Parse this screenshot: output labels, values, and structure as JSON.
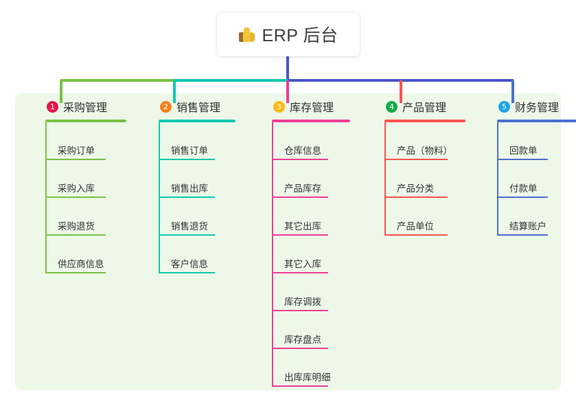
{
  "root": {
    "label": "ERP 后台",
    "icon": "thumbs-up-icon"
  },
  "palette": {
    "panel_background": "#edf8e8",
    "page_background": "#ffffff",
    "root_trunk": "#4a56c4"
  },
  "columns": [
    {
      "number": "1",
      "title": "采购管理",
      "badge_color": "#e8174b",
      "line_color": "#7ac143",
      "items": [
        {
          "label": "采购订单"
        },
        {
          "label": "采购入库"
        },
        {
          "label": "采购退货"
        },
        {
          "label": "供应商信息"
        }
      ]
    },
    {
      "number": "2",
      "title": "销售管理",
      "badge_color": "#f58220",
      "line_color": "#0ec9b0",
      "items": [
        {
          "label": "销售订单"
        },
        {
          "label": "销售出库"
        },
        {
          "label": "销售退货"
        },
        {
          "label": "客户信息"
        }
      ]
    },
    {
      "number": "3",
      "title": "库存管理",
      "badge_color": "#fcb916",
      "line_color": "#ee3d96",
      "items": [
        {
          "label": "仓库信息"
        },
        {
          "label": "产品库存"
        },
        {
          "label": "其它出库"
        },
        {
          "label": "其它入库"
        },
        {
          "label": "库存调拨"
        },
        {
          "label": "库存盘点"
        },
        {
          "label": "出库库明细"
        }
      ]
    },
    {
      "number": "4",
      "title": "产品管理",
      "badge_color": "#16a94b",
      "line_color": "#f9534f",
      "items": [
        {
          "label": "产品（物料）"
        },
        {
          "label": "产品分类"
        },
        {
          "label": "产品单位"
        }
      ]
    },
    {
      "number": "5",
      "title": "财务管理",
      "badge_color": "#1fa3e8",
      "line_color": "#4a6fd0",
      "items": [
        {
          "label": "回款单"
        },
        {
          "label": "付款单"
        },
        {
          "label": "结算账户"
        }
      ]
    }
  ]
}
